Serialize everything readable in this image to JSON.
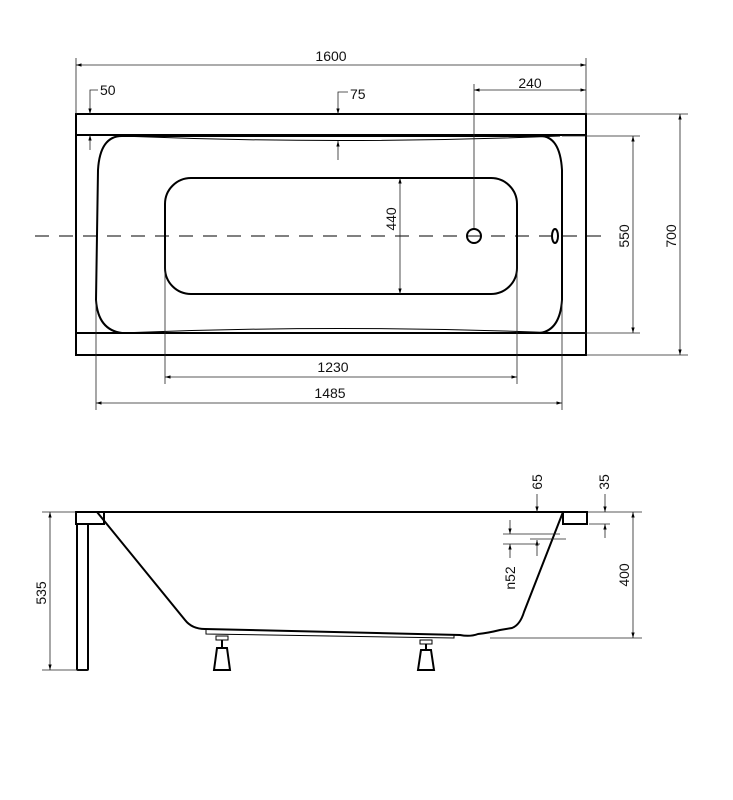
{
  "top_view": {
    "dims": {
      "overall_length": "1600",
      "rim_left": "50",
      "rim_back": "75",
      "drain_offset": "240",
      "floor_width": "440",
      "inner_width": "550",
      "overall_width": "700",
      "floor_length": "1230",
      "inner_length": "1485"
    }
  },
  "side_view": {
    "dims": {
      "total_height": "535",
      "rim_step": "65",
      "rim_thickness": "35",
      "overflow": "n52",
      "depth": "400"
    }
  }
}
